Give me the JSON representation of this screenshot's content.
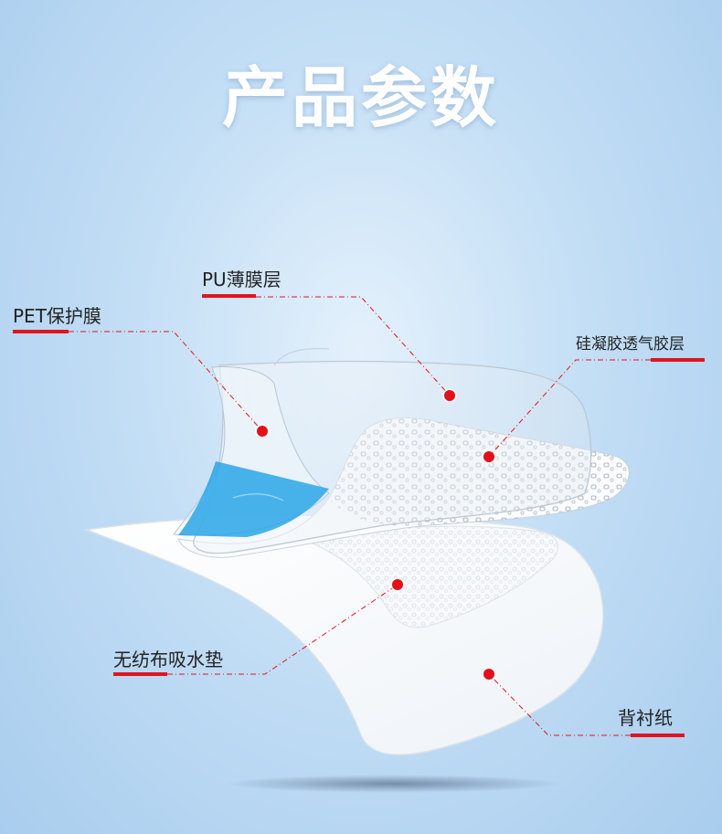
{
  "title": "产品参数",
  "layers": {
    "pu_film": "PU薄膜层",
    "pet_film": "PET保护膜",
    "silicone": "硅凝胶透气胶层",
    "pad": "无纺布吸水垫",
    "backing": "背衬纸"
  },
  "colors": {
    "accent": "#e0141e",
    "title": "#ffffff",
    "blue_tab": "#2aa6e8"
  }
}
